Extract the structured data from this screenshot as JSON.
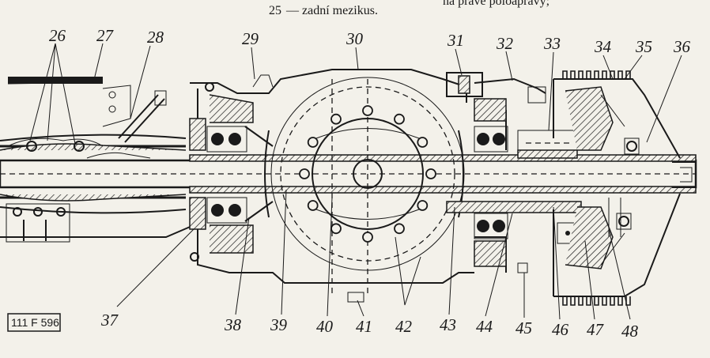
{
  "caption": {
    "line_fragment": "na pravé poloápravy;",
    "item_number": "25",
    "item_text": "— zadní mezikus."
  },
  "figure_code": "111 F 596",
  "callouts": [
    {
      "id": "26",
      "label": "26"
    },
    {
      "id": "27",
      "label": "27"
    },
    {
      "id": "28",
      "label": "28"
    },
    {
      "id": "29",
      "label": "29"
    },
    {
      "id": "30",
      "label": "30"
    },
    {
      "id": "31",
      "label": "31"
    },
    {
      "id": "32",
      "label": "32"
    },
    {
      "id": "33",
      "label": "33"
    },
    {
      "id": "34",
      "label": "34"
    },
    {
      "id": "35",
      "label": "35"
    },
    {
      "id": "36",
      "label": "36"
    },
    {
      "id": "37",
      "label": "37"
    },
    {
      "id": "38",
      "label": "38"
    },
    {
      "id": "39",
      "label": "39"
    },
    {
      "id": "40",
      "label": "40"
    },
    {
      "id": "41",
      "label": "41"
    },
    {
      "id": "42",
      "label": "42"
    },
    {
      "id": "43",
      "label": "43"
    },
    {
      "id": "44",
      "label": "44"
    },
    {
      "id": "45",
      "label": "45"
    },
    {
      "id": "46",
      "label": "46"
    },
    {
      "id": "47",
      "label": "47"
    },
    {
      "id": "48",
      "label": "48"
    }
  ],
  "colors": {
    "paper": "#f3f1ea",
    "ink": "#1a1a1a"
  }
}
